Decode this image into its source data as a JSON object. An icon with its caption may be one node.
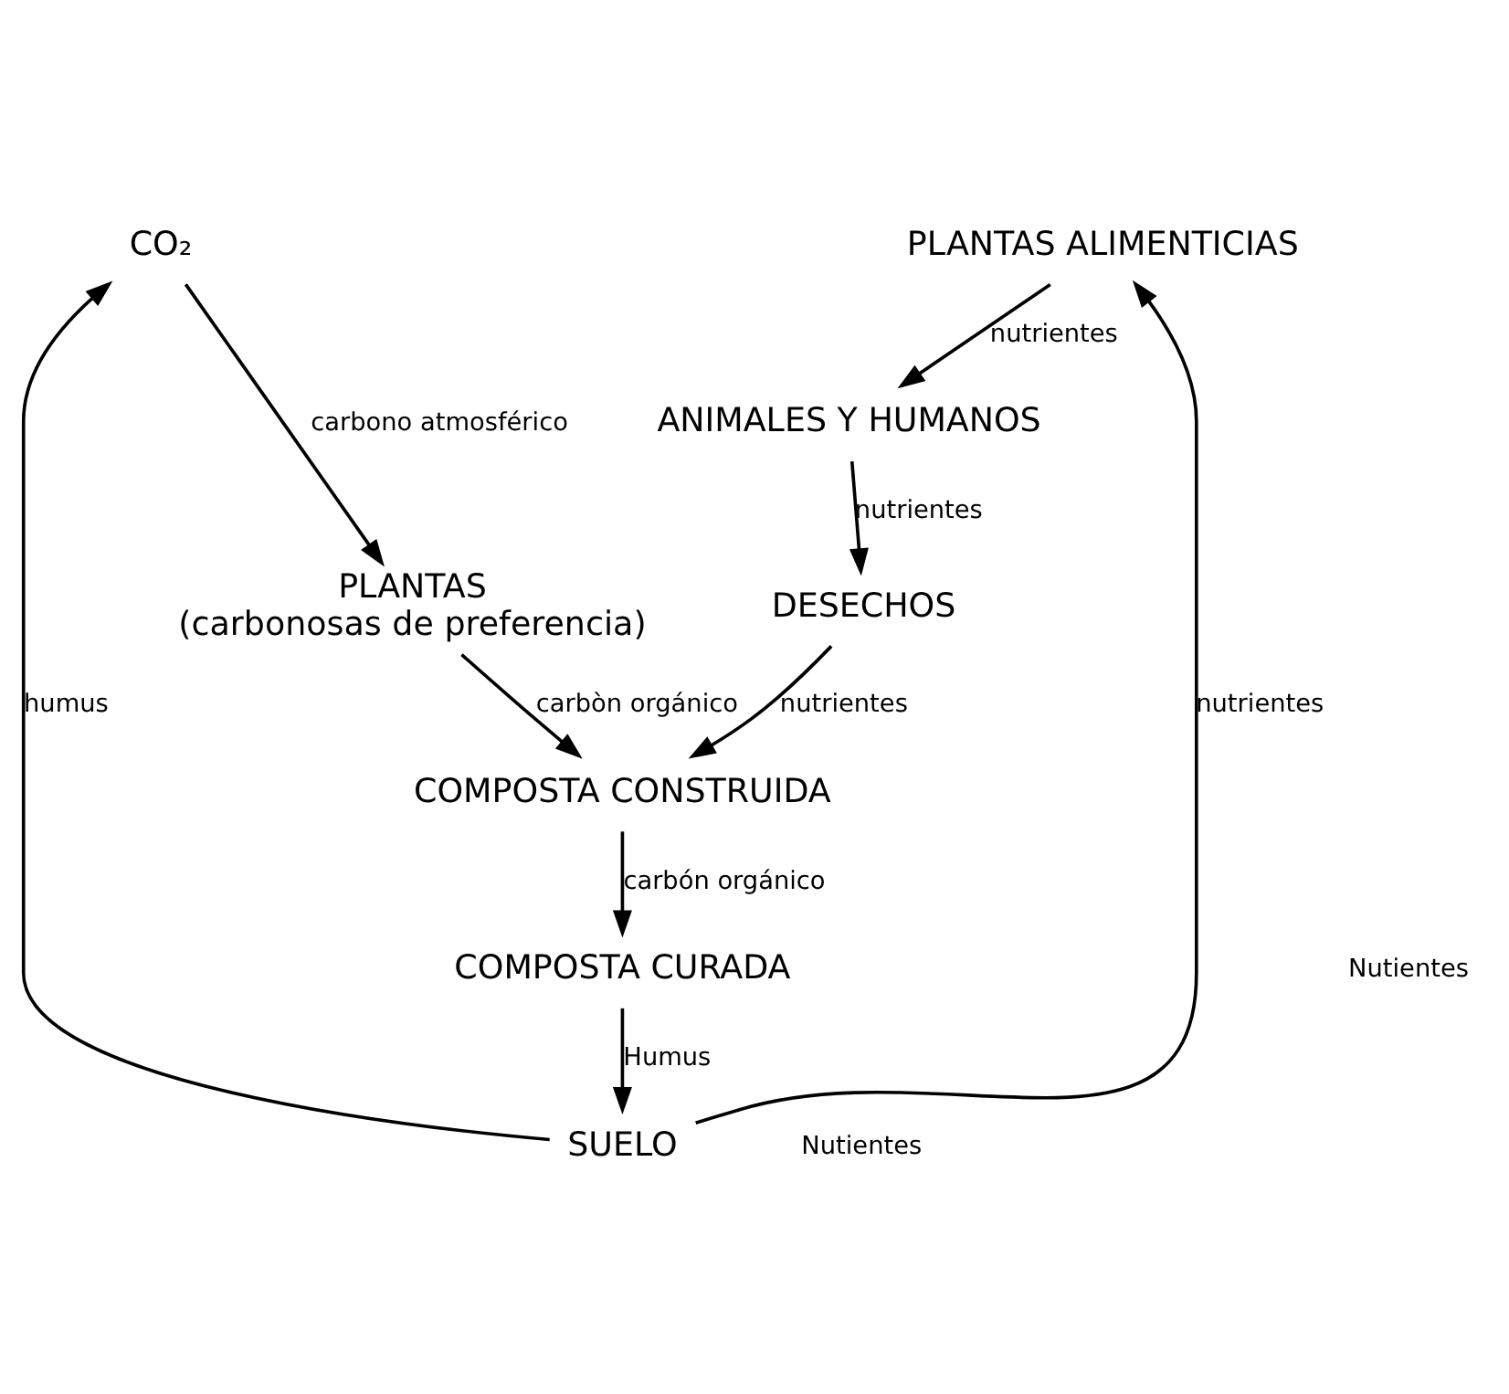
{
  "diagram": {
    "nodes": [
      {
        "text": [
          "CO₂"
        ]
      },
      {
        "text": [
          "PLANTAS ALIMENTICIAS"
        ]
      },
      {
        "text": [
          "SUELO"
        ]
      },
      {
        "text": [
          "ANIMALES Y HUMANOS"
        ]
      },
      {
        "text": [
          "COMPOSTA CURADA"
        ]
      },
      {
        "text": [
          "PLANTAS",
          "(carbonosas de preferencia)"
        ]
      },
      {
        "text": [
          "DESECHOS"
        ]
      },
      {
        "text": [
          "COMPOSTA CONSTRUIDA"
        ]
      }
    ],
    "edges": [
      {
        "from": 2,
        "to": 0,
        "arrow": "to",
        "label": "humus"
      },
      {
        "from": 2,
        "to": 1,
        "arrow": "to",
        "label": "nutrientes"
      },
      {
        "from": 1,
        "to": 3,
        "arrow": "to",
        "label": "nutrientes"
      },
      {
        "from": 0,
        "to": 5,
        "arrow": "to",
        "label": "carbono atmosférico"
      },
      {
        "from": 3,
        "to": 6,
        "arrow": "to",
        "label": "nutrientes"
      },
      {
        "from": 5,
        "to": 7,
        "arrow": "to",
        "label": "carbòn orgánico"
      },
      {
        "from": 6,
        "to": 7,
        "arrow": "to",
        "label": "nutrientes"
      },
      {
        "from": 7,
        "to": 4,
        "arrow": "to",
        "label": "carbón orgánico"
      },
      {
        "from": 4,
        "to": 2,
        "arrow": "to",
        "label": "Humus"
      }
    ],
    "labels": [
      "Nutientes",
      "Nutientes"
    ]
  }
}
